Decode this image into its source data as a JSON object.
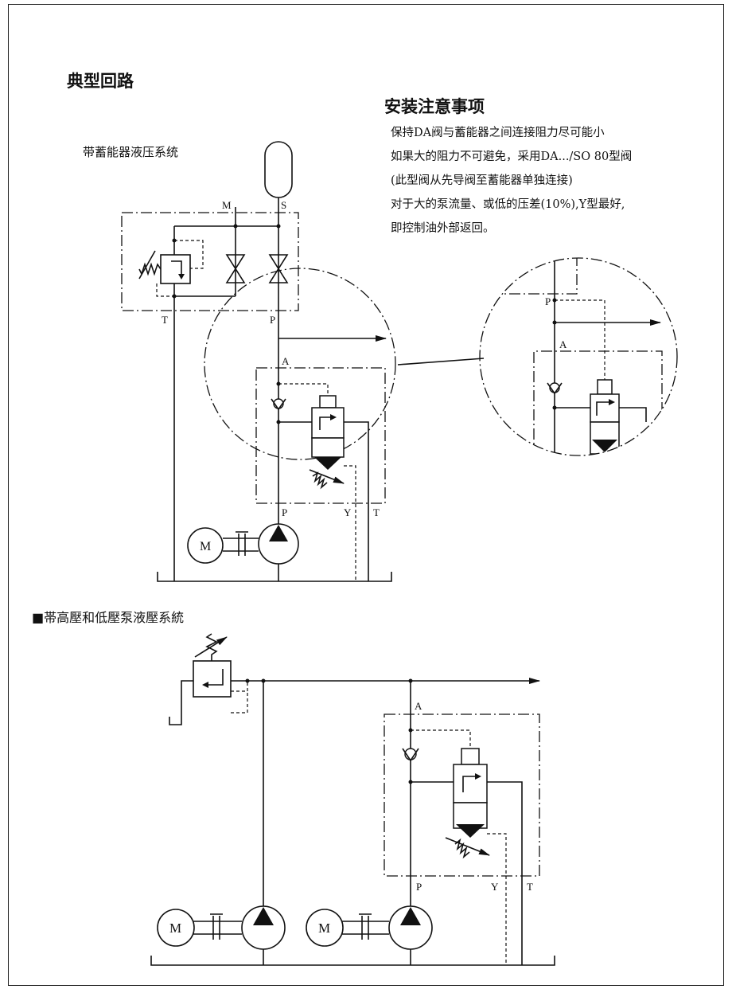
{
  "title": "典型回路",
  "notes": {
    "heading": "安装注意事项",
    "lines": [
      "保持DA阀与蓄能器之间连接阻力尽可能小",
      "如果大的阻力不可避免，采用DA.../SO 80型阀",
      "(此型阀从先导阀至蓄能器单独连接)",
      "对于大的泵流量、或低的压差(10%),Y型最好,",
      "即控制油外部返回。"
    ]
  },
  "diagram1": {
    "caption": "带蓄能器液压系统",
    "ports": {
      "m": "M",
      "s": "S",
      "t_top": "T",
      "p_top": "P",
      "a": "A",
      "p": "P",
      "y": "Y",
      "t": "T",
      "motor": "M"
    }
  },
  "detail": {
    "ports": {
      "p": "P",
      "a": "A"
    }
  },
  "diagram2": {
    "caption": "■帯高壓和低壓泵液壓系統",
    "ports": {
      "a": "A",
      "p": "P",
      "y": "Y",
      "t": "T",
      "motor1": "M",
      "motor2": "M"
    }
  }
}
